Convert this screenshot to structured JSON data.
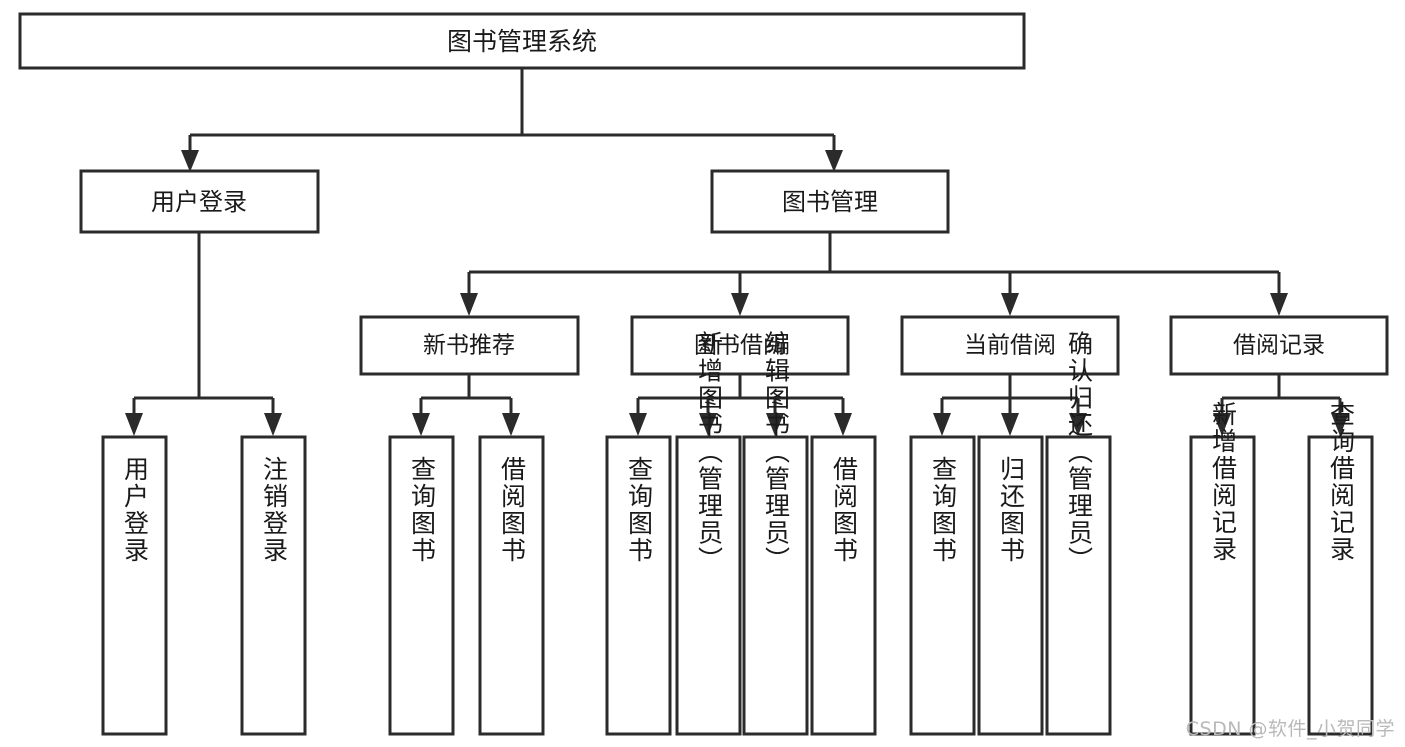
{
  "diagram": {
    "title": "图书管理系统",
    "type": "tree",
    "root": {
      "id": "root",
      "label": "图书管理系统"
    },
    "level2": [
      {
        "id": "user-login",
        "label": "用户登录"
      },
      {
        "id": "book-manage",
        "label": "图书管理"
      }
    ],
    "level3": [
      {
        "id": "new-book-recommend",
        "label": "新书推荐",
        "parent": "book-manage"
      },
      {
        "id": "book-borrow",
        "label": "图书借阅",
        "parent": "book-manage"
      },
      {
        "id": "current-borrow",
        "label": "当前借阅",
        "parent": "book-manage"
      },
      {
        "id": "borrow-record",
        "label": "借阅记录",
        "parent": "book-manage"
      }
    ],
    "leaves": [
      {
        "id": "leaf-user-login",
        "label": "用户登录",
        "parent": "user-login"
      },
      {
        "id": "leaf-logout-login",
        "label": "注销登录",
        "parent": "user-login"
      },
      {
        "id": "leaf-query-book-1",
        "label": "查询图书",
        "parent": "new-book-recommend"
      },
      {
        "id": "leaf-borrow-book-1",
        "label": "借阅图书",
        "parent": "new-book-recommend"
      },
      {
        "id": "leaf-query-book-2",
        "label": "查询图书",
        "parent": "book-borrow"
      },
      {
        "id": "leaf-add-book",
        "label": "新增图书（管理员）",
        "parent": "book-borrow"
      },
      {
        "id": "leaf-edit-book",
        "label": "编辑图书（管理员）",
        "parent": "book-borrow"
      },
      {
        "id": "leaf-borrow-book-2",
        "label": "借阅图书",
        "parent": "book-borrow"
      },
      {
        "id": "leaf-query-book-3",
        "label": "查询图书",
        "parent": "current-borrow"
      },
      {
        "id": "leaf-return-book",
        "label": "归还图书",
        "parent": "current-borrow"
      },
      {
        "id": "leaf-confirm-return",
        "label": "确认归还（管理员）",
        "parent": "current-borrow"
      },
      {
        "id": "leaf-add-record",
        "label": "新增借阅记录",
        "parent": "borrow-record"
      },
      {
        "id": "leaf-query-record",
        "label": "查询借阅记录",
        "parent": "borrow-record"
      }
    ],
    "colors": {
      "stroke": "#2b2b2b",
      "fill": "#ffffff",
      "text": "#1a1a1a",
      "watermark": "#b9b9b9",
      "background": "#ffffff"
    }
  },
  "watermark": {
    "text": "CSDN @软件_小贺同学"
  }
}
